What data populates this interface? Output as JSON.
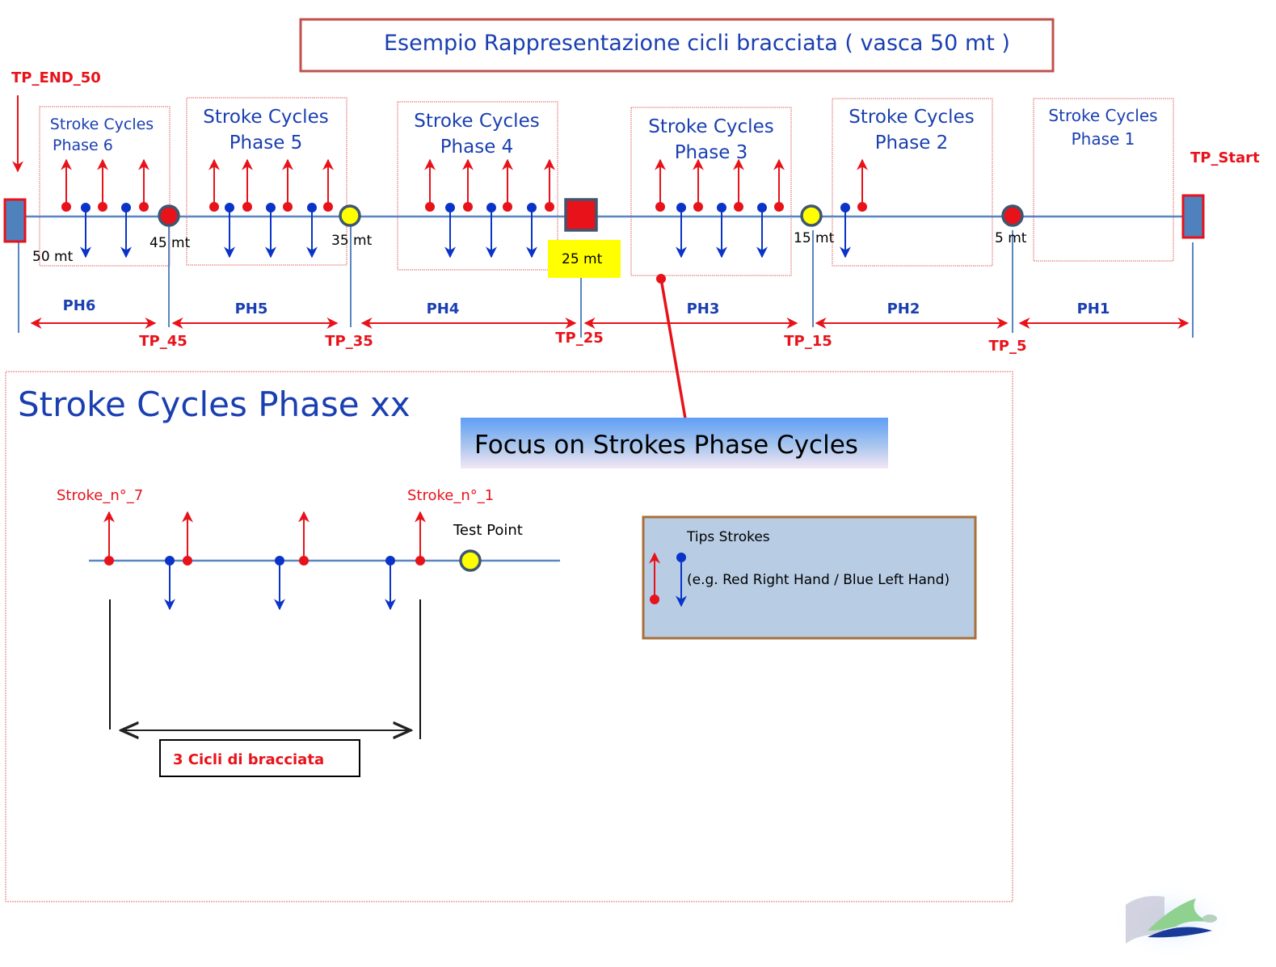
{
  "title": "Esempio Rappresentazione  cicli  bracciata ( vasca 50 mt )",
  "colors": {
    "red": "#e8121a",
    "blue": "#0a34c8",
    "line": "#5a86c0",
    "title_border": "#c0504d",
    "marker_border": "#3f5670",
    "yellow": "#ffff00",
    "tips_bg": "#b8cce4",
    "tips_border": "#a8703a"
  },
  "timeline": {
    "tp_end_label": "TP_END_50",
    "tp_start_label": "TP_Start",
    "phase_boxes": [
      {
        "line1": "Stroke  Cycles",
        "line2": "Phase 6"
      },
      {
        "line1": "Stroke  Cycles",
        "line2": "Phase 5"
      },
      {
        "line1": "Stroke  Cycles",
        "line2": "Phase 4"
      },
      {
        "line1": "Stroke  Cycles",
        "line2": "Phase 3"
      },
      {
        "line1": "Stroke  Cycles",
        "line2": "Phase 2"
      },
      {
        "line1": "Stroke  Cycles",
        "line2": "Phase 1"
      }
    ],
    "distance_labels": [
      "50 mt",
      "45 mt",
      "35 mt",
      "25 mt",
      "15 mt",
      "5 mt"
    ],
    "test_points": [
      "TP_45",
      "TP_35",
      "TP_25",
      "TP_15",
      "TP_5"
    ],
    "phases": [
      "PH6",
      "PH5",
      "PH4",
      "PH3",
      "PH2",
      "PH1"
    ],
    "markers": [
      {
        "at": "45 mt",
        "shape": "circle",
        "color": "red"
      },
      {
        "at": "35 mt",
        "shape": "circle",
        "color": "yellow"
      },
      {
        "at": "25 mt",
        "shape": "square",
        "color": "red"
      },
      {
        "at": "15 mt",
        "shape": "circle",
        "color": "yellow"
      },
      {
        "at": "5 mt",
        "shape": "circle",
        "color": "red"
      }
    ]
  },
  "detail": {
    "heading": "Stroke  Cycles  Phase  xx",
    "focus_label": "Focus  on Strokes Phase Cycles",
    "stroke_first_label": "Stroke_n°_7",
    "stroke_last_label": "Stroke_n°_1",
    "test_point_label": "Test Point",
    "cycles_label": "3  Cicli di bracciata",
    "tips": {
      "title": "Tips  Strokes",
      "text": "(e.g.   Red Right Hand / Blue Left Hand)"
    }
  }
}
